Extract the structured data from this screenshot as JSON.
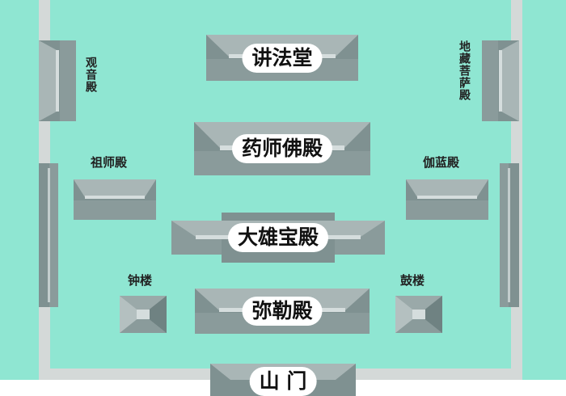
{
  "halls": {
    "jiangfatang": "讲法堂",
    "yaoshifodian": "药师佛殿",
    "daxiongbaodian": "大雄宝殿",
    "mileidian": "弥勒殿",
    "shanmen": "山 门"
  },
  "side_halls": {
    "guanyindian": "观音殿",
    "dizangpusadian": "地藏菩萨殿",
    "zushidian": "祖师殿",
    "qielandian": "伽蓝殿",
    "zhonglou": "钟楼",
    "gulou": "鼓楼"
  },
  "colors": {
    "courtyard": "#8fe6d2",
    "wall": "#d4d9d8",
    "roof": "#7f9191",
    "roof_light": "#c3cdcd",
    "label_bg": "#ffffff"
  }
}
